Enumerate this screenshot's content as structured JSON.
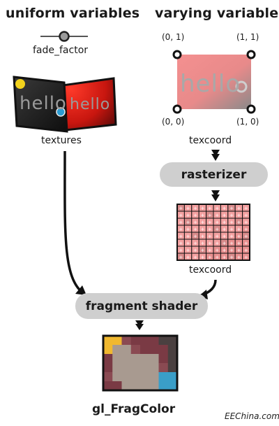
{
  "headers": {
    "uniform": "uniform variables",
    "varying": "varying variables"
  },
  "uniforms": {
    "fade_factor": "fade_factor",
    "textures": "textures",
    "texture_text": "hello"
  },
  "varyings": {
    "corner_tl": "(0, 1)",
    "corner_tr": "(1, 1)",
    "corner_bl": "(0, 0)",
    "corner_br": "(1, 0)",
    "quad_text": "hello",
    "texcoord_top": "texcoord",
    "texcoord_bottom": "texcoord"
  },
  "stages": {
    "rasterizer": "rasterizer",
    "fragment_shader": "fragment shader"
  },
  "output": "gl_FragColor",
  "watermark": "EEChina.com",
  "colors": {
    "pill": "#cfcfcf",
    "quad_pink": "#f28a8a",
    "texture_red": "#e0241c",
    "texture_dark": "#1a1a1a",
    "accent_blue": "#2b9bd1",
    "accent_yellow": "#f2d21c"
  }
}
